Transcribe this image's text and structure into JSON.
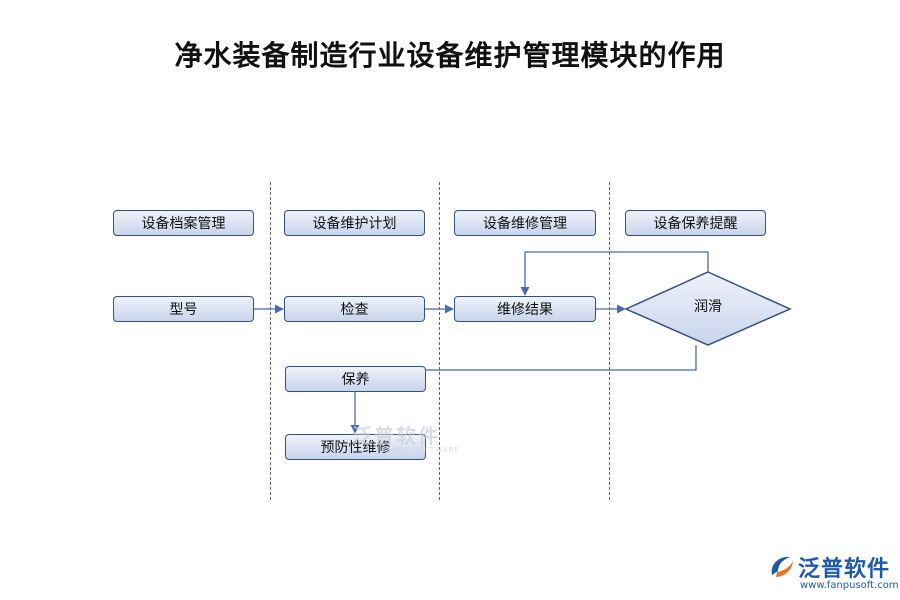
{
  "title": "净水装备制造行业设备维护管理模块的作用",
  "lane_headers": [
    "设备档案管理",
    "设备维护计划",
    "设备维修管理",
    "设备保养提醒"
  ],
  "nodes": {
    "model": "型号",
    "inspection": "检查",
    "repair_result": "维修结果",
    "lubrication": "润滑",
    "maintenance": "保养",
    "preventive_repair": "预防性维修"
  },
  "watermark": {
    "main": "泛普软件",
    "sub": "FANPU SOFTWARE"
  },
  "logo": {
    "name": "泛普软件",
    "url": "www.fanpusoft.com"
  },
  "colors": {
    "node_border": "#35527f",
    "node_fill_top": "#eef2fa",
    "node_fill_bottom": "#c9d4ec",
    "edge": "#4a6ba8",
    "logo": "#1e5aa8"
  }
}
